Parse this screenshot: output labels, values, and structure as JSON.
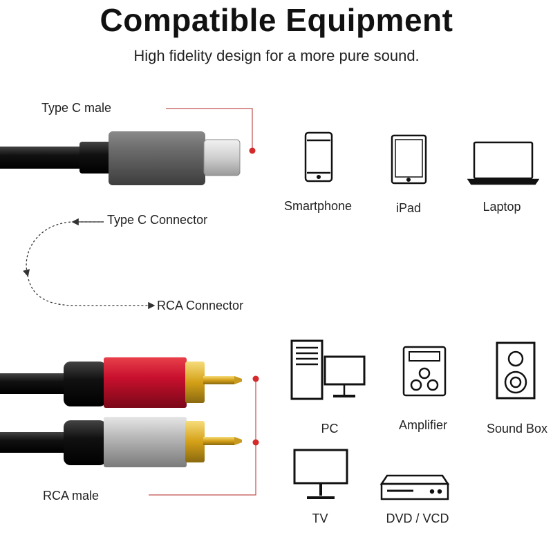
{
  "title": "Compatible Equipment",
  "subtitle": "High fidelity design for a more pure sound.",
  "labels": {
    "type_c_male": "Type C male",
    "type_c_connector": "Type C Connector",
    "rca_connector": "RCA Connector",
    "rca_male": "RCA male"
  },
  "devices": [
    {
      "label": "Smartphone",
      "icon": "smartphone-icon"
    },
    {
      "label": "iPad",
      "icon": "tablet-icon"
    },
    {
      "label": "Laptop",
      "icon": "laptop-icon"
    },
    {
      "label": "PC",
      "icon": "pc-icon"
    },
    {
      "label": "Amplifier",
      "icon": "amplifier-icon"
    },
    {
      "label": "Sound Box",
      "icon": "speaker-icon"
    },
    {
      "label": "TV",
      "icon": "tv-icon"
    },
    {
      "label": "DVD / VCD",
      "icon": "dvd-player-icon"
    }
  ],
  "colors": {
    "accent_line": "#c0504d",
    "dot": "#d42a2a",
    "rca_red": "#c8102e",
    "gold": "#d4a017"
  }
}
